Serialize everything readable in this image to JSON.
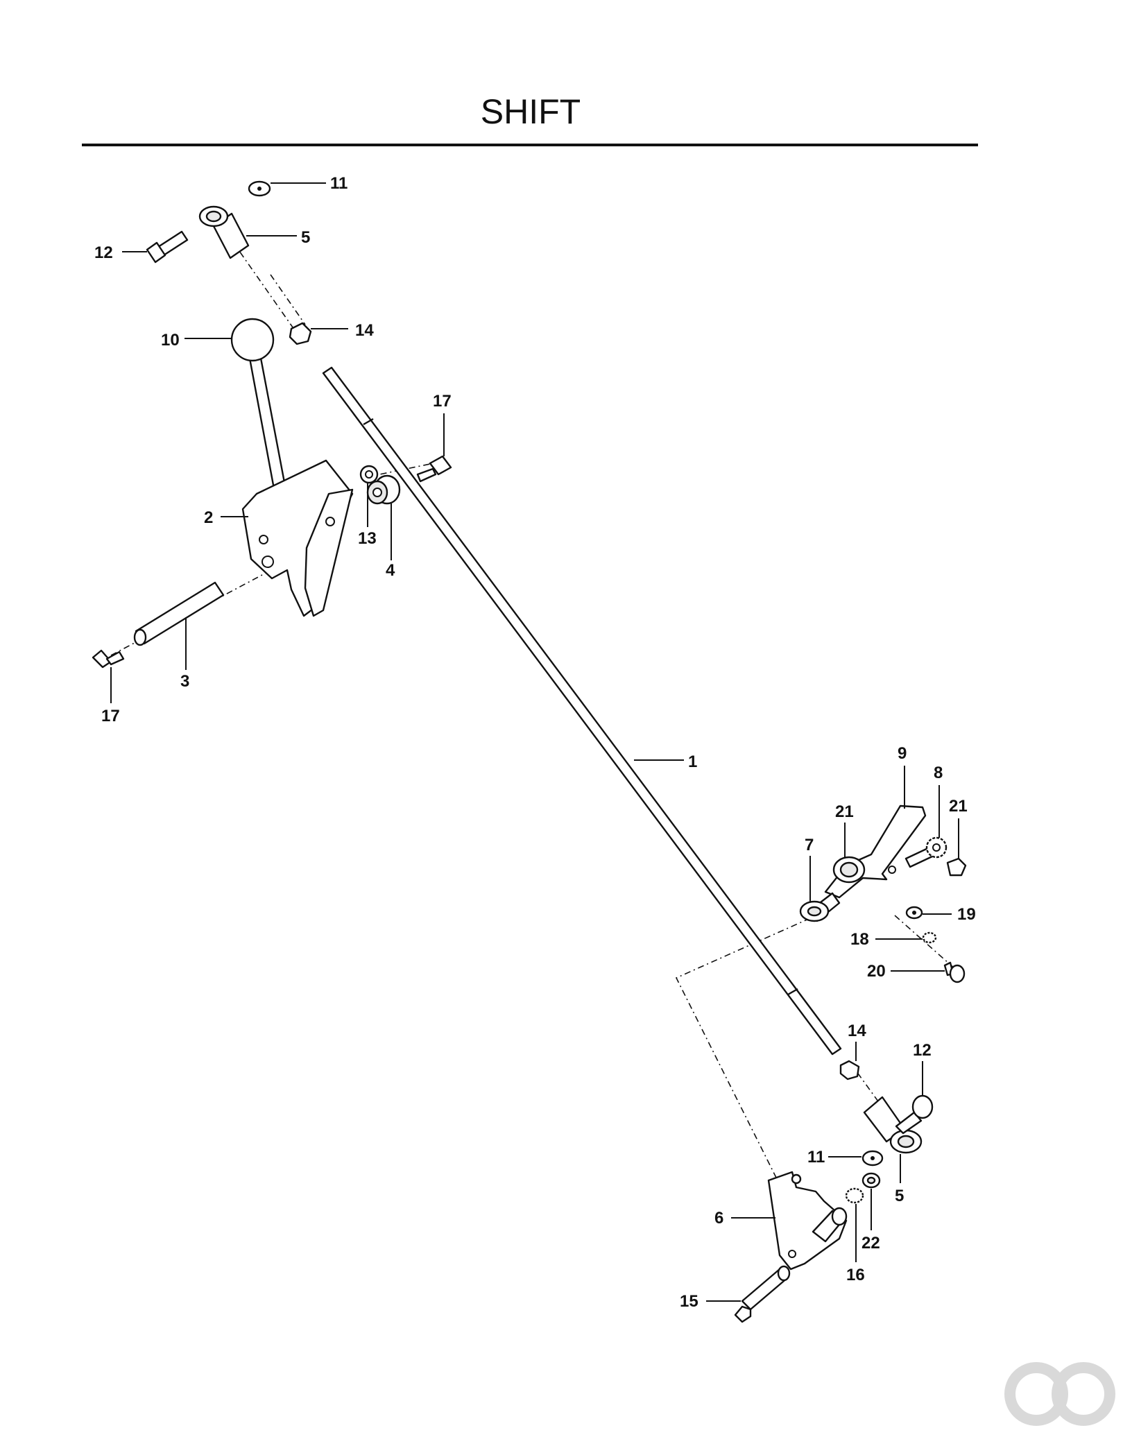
{
  "title": "SHIFT",
  "callouts": {
    "c11a": "11",
    "c12a": "12",
    "c5a": "5",
    "c14a": "14",
    "c10": "10",
    "c17a": "17",
    "c2": "2",
    "c13": "13",
    "c4": "4",
    "c3": "3",
    "c17b": "17",
    "c1": "1",
    "c9": "9",
    "c8": "8",
    "c21a": "21",
    "c21b": "21",
    "c7": "7",
    "c19": "19",
    "c18": "18",
    "c20": "20",
    "c14b": "14",
    "c12b": "12",
    "c11b": "11",
    "c5b": "5",
    "c6": "6",
    "c22": "22",
    "c16": "16",
    "c15": "15"
  }
}
